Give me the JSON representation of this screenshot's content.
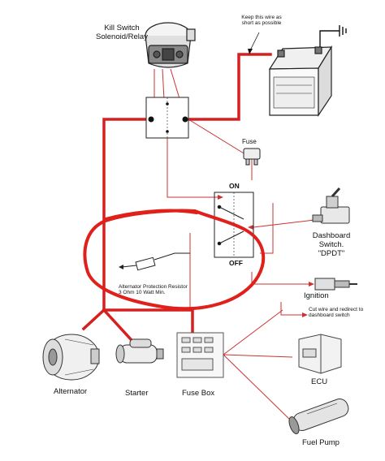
{
  "labels": {
    "kill_switch": [
      "Kill Switch",
      "Solenoid/Relay"
    ],
    "battery_note": [
      "Keep this wire as",
      "short as possible"
    ],
    "fuse": "Fuse",
    "on": "ON",
    "off": "OFF",
    "dashboard_switch": [
      "Dashboard",
      "Switch.",
      "\"DPDT\""
    ],
    "resistor_note": [
      "Alternator Protection Resistor",
      "3 Ohm 10 Watt Min."
    ],
    "ignition": "Ignition",
    "cut_wire_note": [
      "Cut wire and redirect to",
      "dashboard switch"
    ],
    "ecu": "ECU",
    "alternator": "Alternator",
    "starter": "Starter",
    "fuse_box": "Fuse Box",
    "fuel_pump": "Fuel Pump"
  },
  "colors": {
    "power_wire": "#d62020",
    "thin_wire": "#cc3333",
    "highlight_circle": "#e0201a",
    "outline": "#222222"
  }
}
